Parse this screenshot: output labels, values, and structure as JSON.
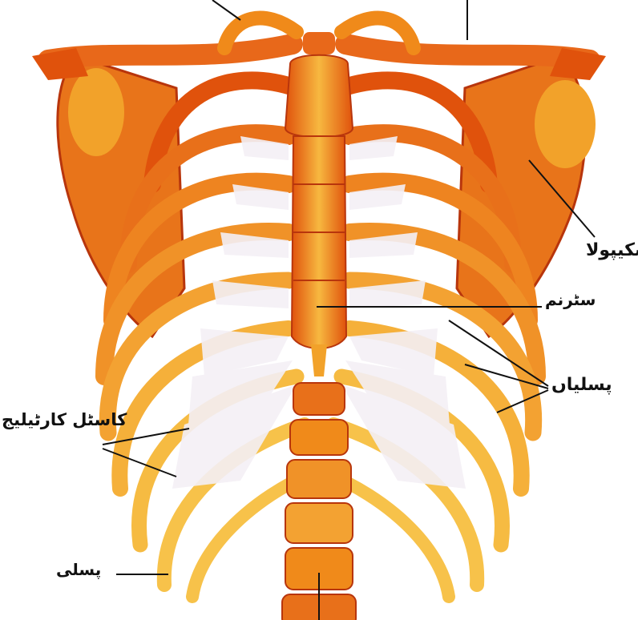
{
  "labels": {
    "scapula": "سکیپولا",
    "sternum": "سٹرنم",
    "ribs": "پسلیاں",
    "costal_cartilage": "کاسٹل کارٹیلیج",
    "rib": "پسلی"
  },
  "colors": {
    "bone_dark": "#e0520c",
    "bone_mid": "#f08a1a",
    "bone_light": "#f7c24a",
    "bone_shadow": "#a8200a",
    "cartilage": "#f4f0f6",
    "leader_line": "#111111"
  }
}
